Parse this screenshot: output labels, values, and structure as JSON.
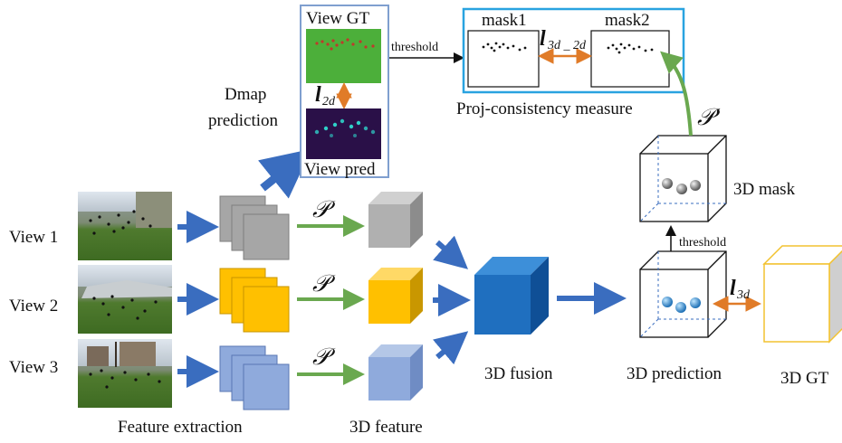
{
  "views": [
    {
      "label": "View 1"
    },
    {
      "label": "View 2"
    },
    {
      "label": "View 3"
    }
  ],
  "captions": {
    "feature_extraction": "Feature extraction",
    "feature_3d": "3D feature",
    "fusion_3d": "3D fusion",
    "prediction_3d": "3D prediction",
    "gt_3d": "3D GT",
    "mask_3d": "3D mask",
    "dmap_line1": "Dmap",
    "dmap_line2": "prediction",
    "view_gt": "View GT",
    "view_pred": "View pred",
    "mask1": "mask1",
    "mask2": "mask2",
    "threshold_top": "threshold",
    "threshold_mid": "threshold",
    "proj_consistency": "Proj-consistency measure"
  },
  "symbols": {
    "projection": "𝒫",
    "projection_prime": "𝒫′",
    "loss_2d": "l",
    "loss_2d_sub": "2d",
    "loss_3d2d": "l",
    "loss_3d2d_sub": "3d _ 2d",
    "loss_3d": "l",
    "loss_3d_sub": "3d"
  },
  "colors": {
    "blue_arrow": "#3a6dbf",
    "green_arrow": "#6aa84f",
    "orange_arrow": "#e07b28",
    "gray_feature": "#a6a6a6",
    "yellow_feature": "#ffc000",
    "lightblue_feature": "#8faadc",
    "fusion_blue": "#1f6fbf",
    "proj_box": "#29a3e0",
    "gt_box": "#f2c230",
    "view_gt_bg": "#4caf3a",
    "view_pred_bg": "#2a1048"
  }
}
